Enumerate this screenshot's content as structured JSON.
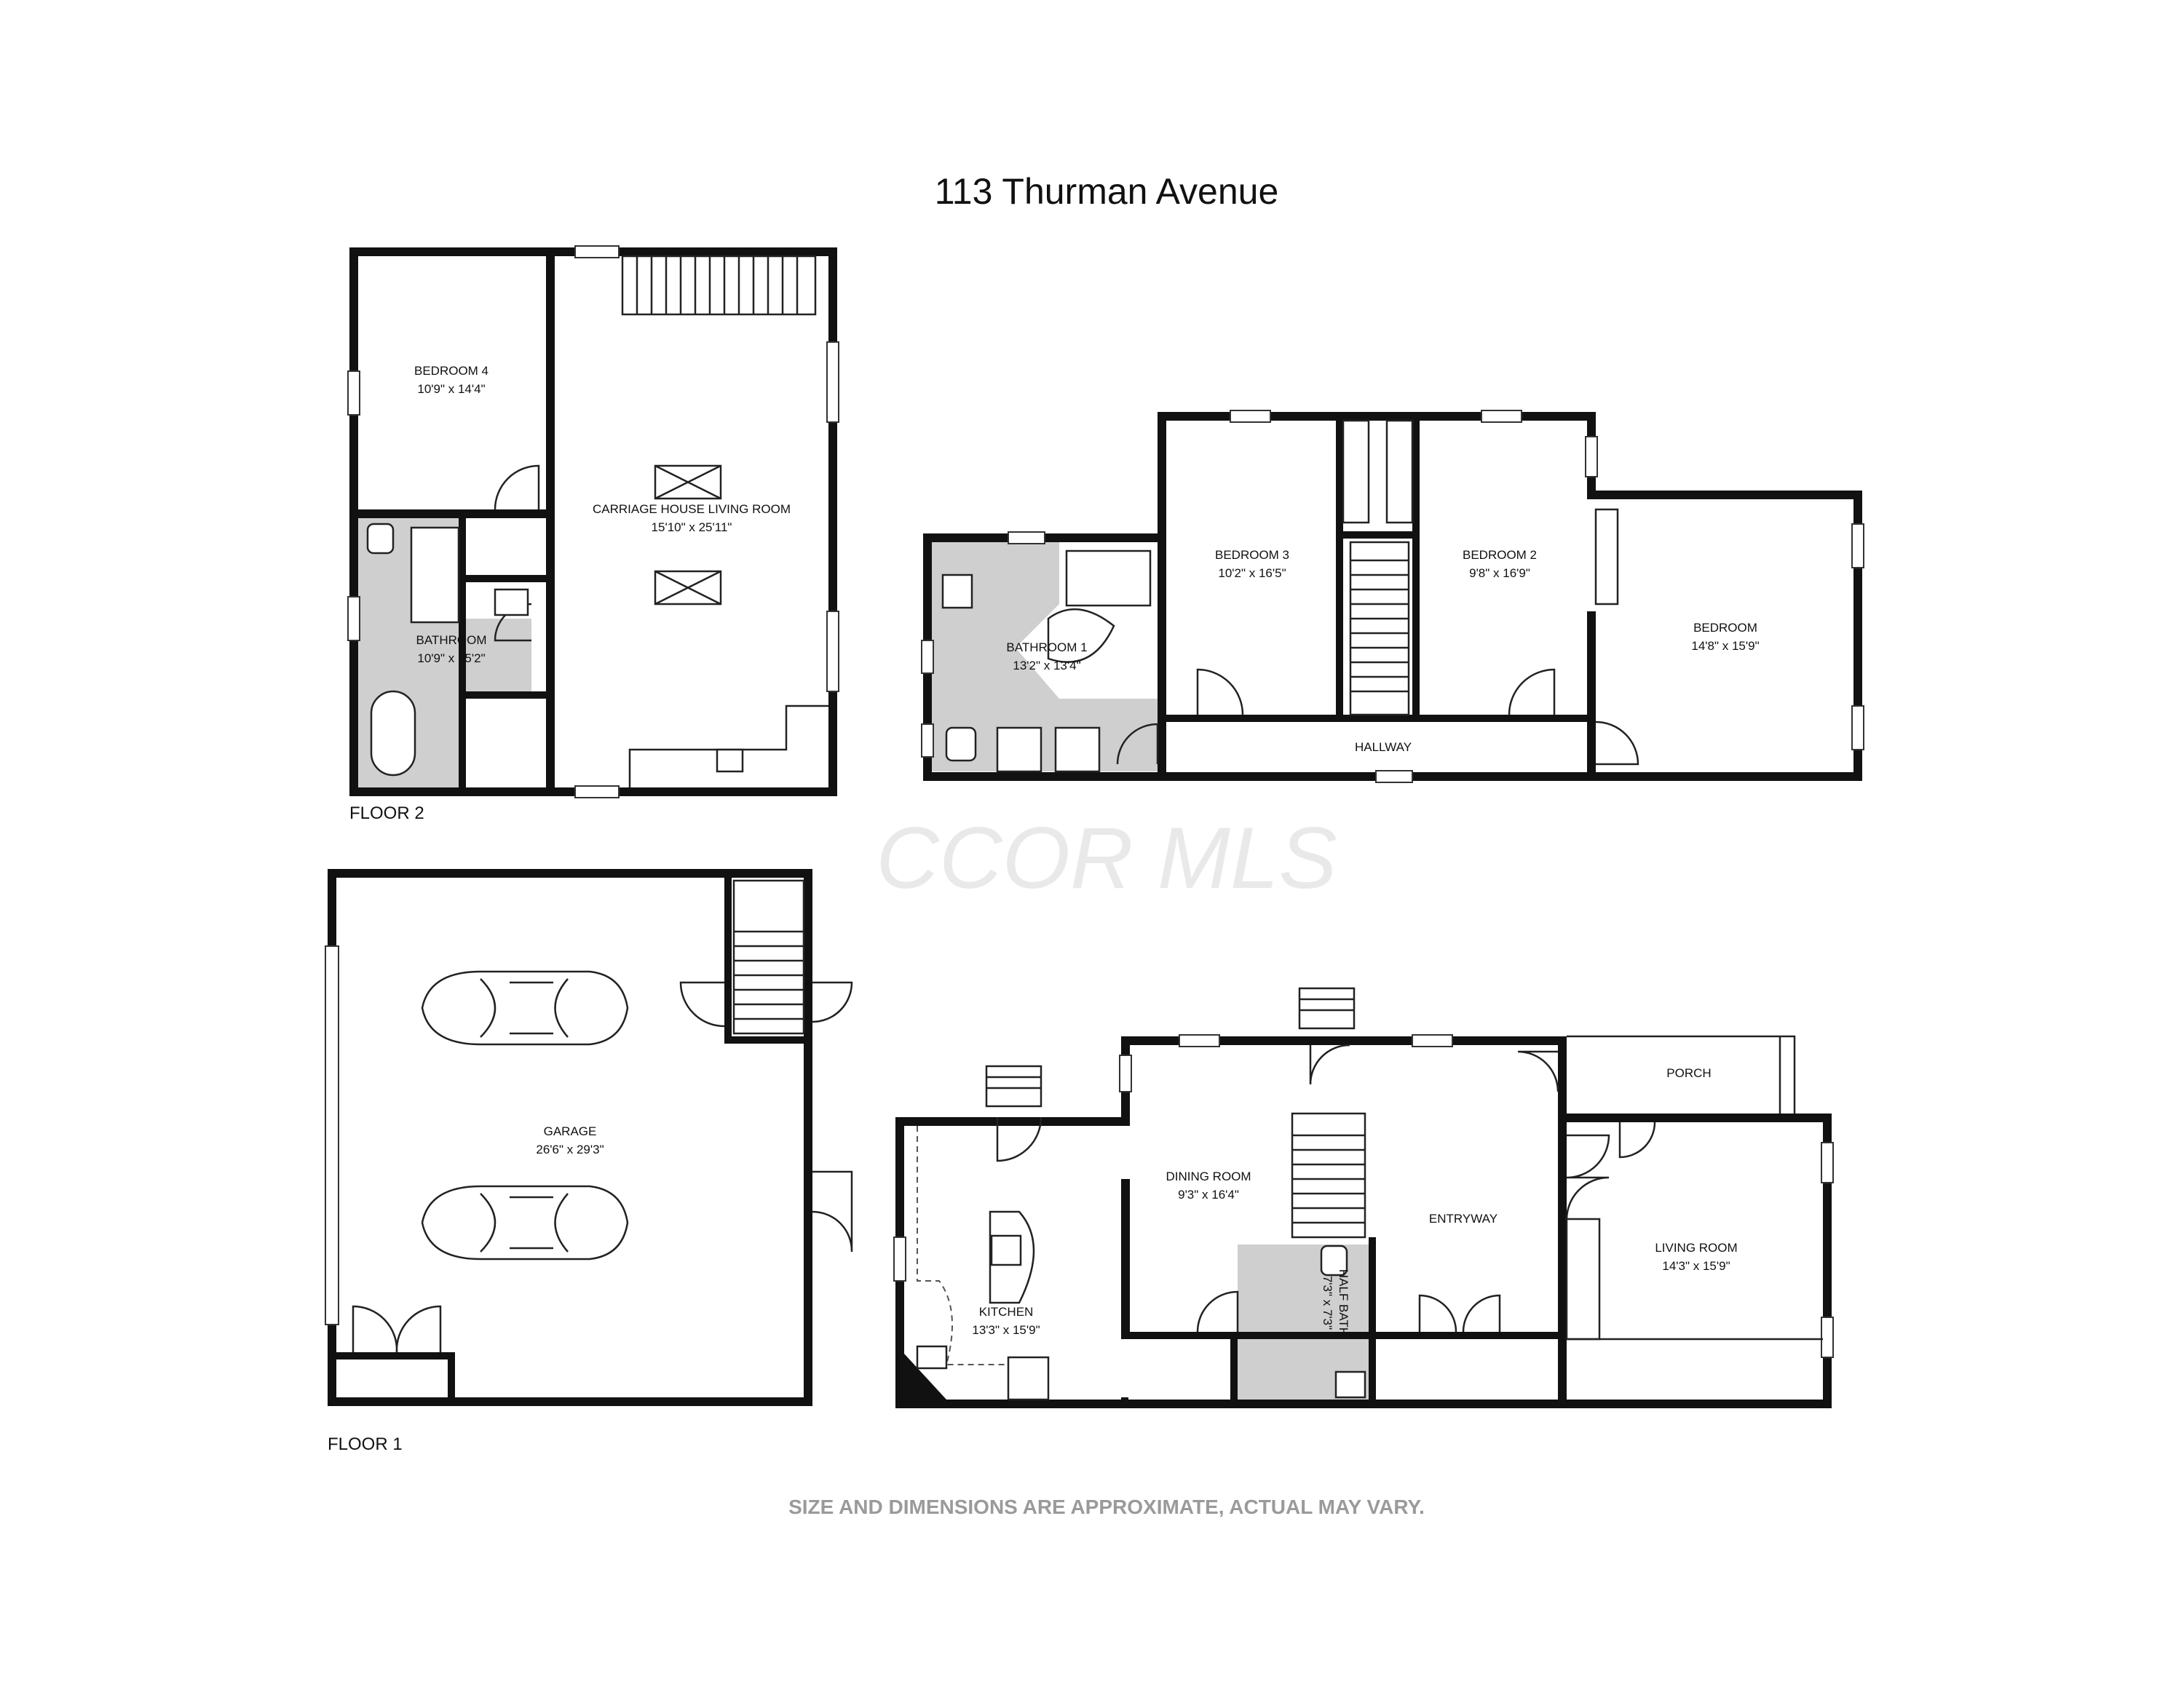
{
  "title": "113 Thurman Avenue",
  "watermark": "CCOR MLS",
  "disclaimer": "SIZE AND DIMENSIONS ARE APPROXIMATE, ACTUAL MAY VARY.",
  "floors": {
    "floor2": "FLOOR 2",
    "floor1": "FLOOR 1"
  },
  "rooms": {
    "bedroom4": {
      "name": "BEDROOM 4",
      "size": "10'9\" x 14'4\""
    },
    "carriage_living": {
      "name": "CARRIAGE HOUSE LIVING ROOM",
      "size": "15'10\" x 25'11\""
    },
    "carriage_bath": {
      "name": "BATHROOM",
      "size": "10'9\" x 15'2\""
    },
    "bathroom1": {
      "name": "BATHROOM 1",
      "size": "13'2\" x 13'4\""
    },
    "bedroom3": {
      "name": "BEDROOM 3",
      "size": "10'2\" x 16'5\""
    },
    "bedroom2": {
      "name": "BEDROOM 2",
      "size": "9'8\" x 16'9\""
    },
    "bedroom": {
      "name": "BEDROOM",
      "size": "14'8\" x 15'9\""
    },
    "hallway": {
      "name": "HALLWAY"
    },
    "garage": {
      "name": "GARAGE",
      "size": "26'6\" x 29'3\""
    },
    "porch": {
      "name": "PORCH"
    },
    "dining": {
      "name": "DINING ROOM",
      "size": "9'3\" x 16'4\""
    },
    "entryway": {
      "name": "ENTRYWAY"
    },
    "kitchen": {
      "name": "KITCHEN",
      "size": "13'3\" x 15'9\""
    },
    "half_bath": {
      "name": "HALF BATH",
      "size": "7'3\" x 7'3\""
    },
    "living": {
      "name": "LIVING ROOM",
      "size": "14'3\" x 15'9\""
    }
  },
  "colors": {
    "walls": "#111111",
    "wet_floor": "#cfcfcf",
    "background": "#ffffff",
    "disclaimer": "#9a9a9a",
    "watermark": "#e9e9e9"
  }
}
